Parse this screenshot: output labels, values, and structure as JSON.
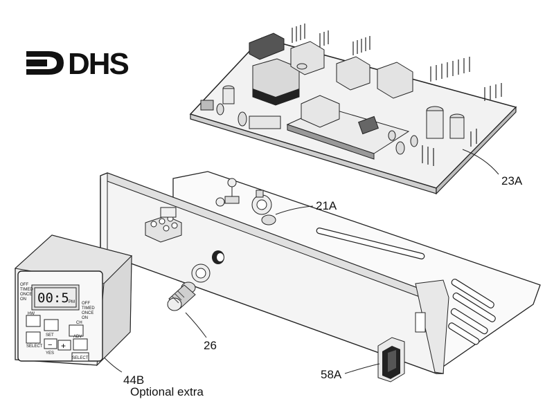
{
  "logo": {
    "text": "DHS"
  },
  "callouts": {
    "c23a": "23A",
    "c21a": "21A",
    "c26": "26",
    "c58a": "58A",
    "c44b": "44B",
    "c44b_note": "Optional extra"
  },
  "timer": {
    "display": "00:5",
    "display_suffix": "PM",
    "left_modes": [
      "OFF",
      "TIMED",
      "ONCE",
      "ON"
    ],
    "right_modes": [
      "OFF",
      "TIMED",
      "ONCE",
      "ON"
    ],
    "btn_hw": "HW",
    "btn_ch": "CH",
    "btn_set": "SET",
    "btn_adv": "ADV",
    "btn_select_left": "SELECT",
    "btn_select_right": "SELECT",
    "btn_yes": "YES",
    "btn_minus": "−",
    "btn_plus": "+"
  }
}
